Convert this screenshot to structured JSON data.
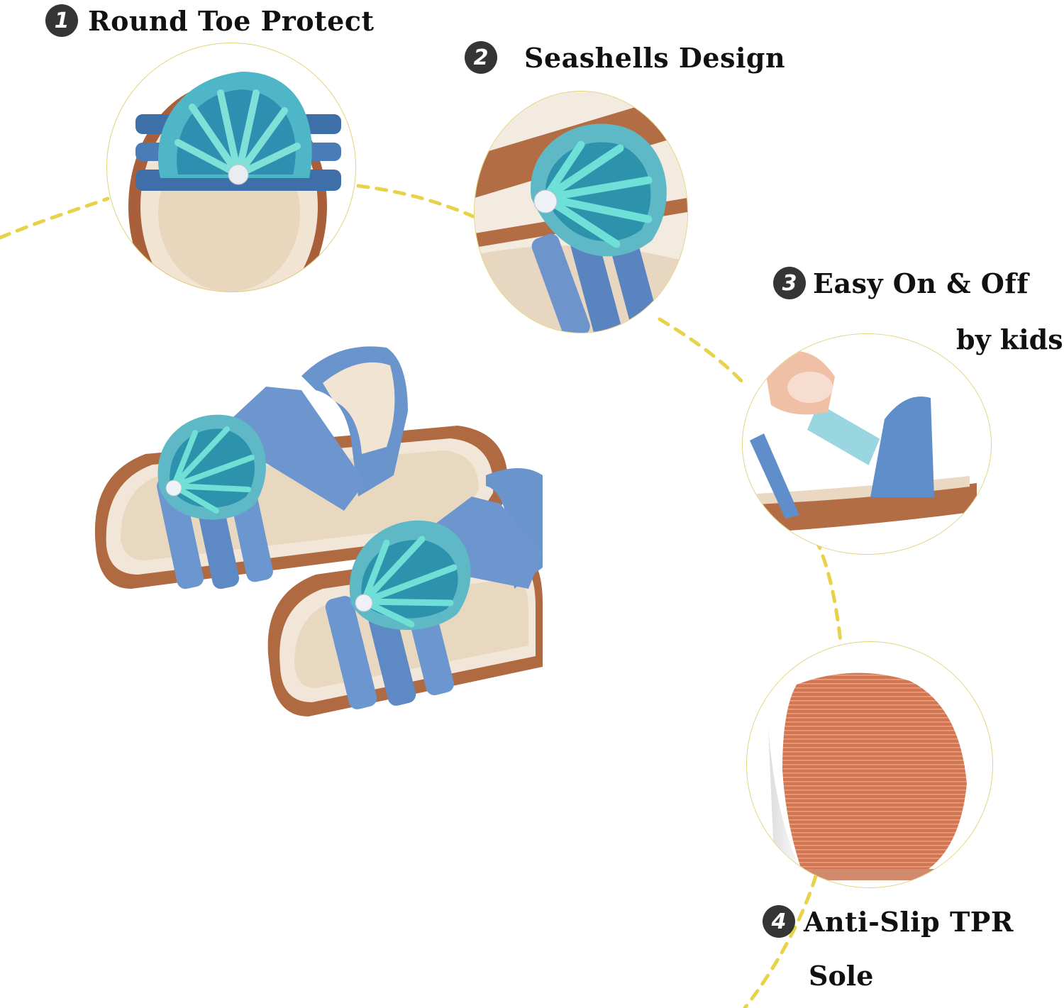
{
  "features": [
    {
      "number": "1",
      "title": "Round Toe Protect",
      "subtitle": ""
    },
    {
      "number": "2",
      "title": "Seashells Design",
      "subtitle": ""
    },
    {
      "number": "3",
      "title": "Easy On & Off",
      "subtitle": "by kids"
    },
    {
      "number": "4",
      "title": "Anti-Slip TPR",
      "subtitle": "Sole"
    }
  ],
  "colors": {
    "badge": "#333634",
    "dash": "#e8d24a",
    "circle_border": "#e2d27a",
    "strap_blue": "#6f95c8",
    "shell_teal": "#3fb5c4",
    "insole": "#ecdcc8",
    "sole_brown": "#b8683f",
    "outsole_orange": "#d9805c"
  },
  "images": {
    "main": "pair-of-blue-seashell-sandals",
    "detail_1": "toe-closeup",
    "detail_2": "seashell-closeup",
    "detail_3": "hand-opening-velcro-strap",
    "detail_4": "tpr-outsole-texture"
  }
}
